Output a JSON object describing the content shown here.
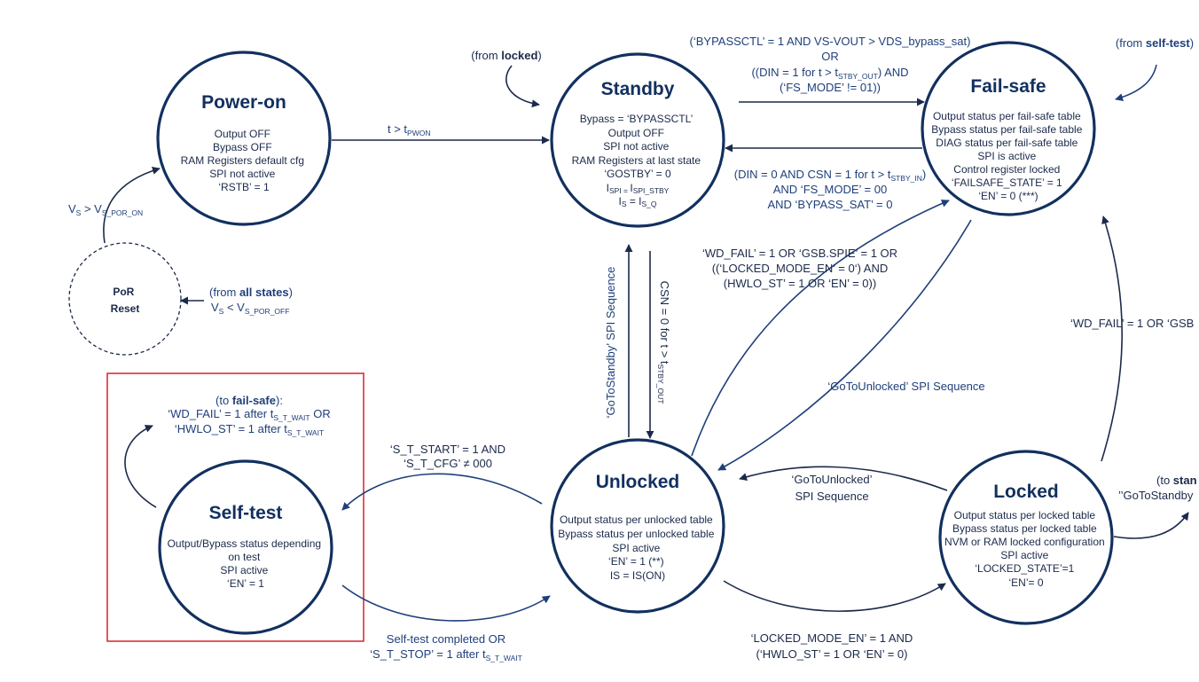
{
  "states": {
    "power_on": {
      "title": "Power-on",
      "lines": [
        "Output OFF",
        "Bypass OFF",
        "RAM Registers default cfg",
        "SPI not active",
        "‘RSTB’ = 1"
      ]
    },
    "standby": {
      "title": "Standby",
      "lines": [
        "Bypass = ‘BYPASSCTL’",
        "Output OFF",
        "SPI not active",
        "RAM Registers at last state",
        "‘GOSTBY’ = 0"
      ],
      "ispi": {
        "a": "I",
        "a_sub": "SPI = ",
        "b": "I",
        "b_sub": "SPI_STBY"
      },
      "is": {
        "a": "I",
        "a_sub": "S",
        "mid": " = I",
        "b_sub": "S_Q"
      }
    },
    "fail_safe": {
      "title": "Fail-safe",
      "lines": [
        "Output status per fail-safe table",
        "Bypass status per fail-safe table",
        "DIAG status per fail-safe table",
        "SPI is active",
        "Control register locked",
        "‘FAILSAFE_STATE’ = 1",
        "‘EN’ = 0 (***)"
      ]
    },
    "por_reset": {
      "line1": "PoR",
      "line2": "Reset"
    },
    "self_test": {
      "title": "Self-test",
      "lines": [
        "Output/Bypass status depending",
        "on test",
        "SPI active",
        "‘EN’ = 1"
      ]
    },
    "unlocked": {
      "title": "Unlocked",
      "lines": [
        "Output status per unlocked table",
        "Bypass status per unlocked table",
        "SPI active",
        "‘EN’ = 1 (**)",
        "IS = IS(ON)"
      ]
    },
    "locked": {
      "title": "Locked",
      "lines": [
        "Output status per locked table",
        "Bypass status per locked table",
        "NVM or RAM locked configuration",
        "SPI active",
        "‘LOCKED_STATE’=1",
        "‘EN’= 0"
      ]
    }
  },
  "transitions": {
    "from_locked": {
      "pre": "(from ",
      "bold": "locked",
      "post": ")"
    },
    "from_self_test": {
      "pre": "(from ",
      "bold": "self-test",
      "post": ")"
    },
    "from_all_states": {
      "pre": "(from ",
      "bold": "all states",
      "post": ")"
    },
    "vs_off": {
      "a": "V",
      "a_sub": "S",
      "mid": " < V",
      "b_sub": "S_POR_OFF"
    },
    "vs_on": {
      "a": "V",
      "a_sub": "S",
      "mid": "  > V",
      "b_sub": "S_POR_ON"
    },
    "t_pwon": {
      "main": "t  > t",
      "sub": "PWON"
    },
    "bypass_cond": {
      "l1": "(‘BYPASSCTL’ = 1 AND VS-VOUT > VDS_bypass_sat)",
      "l2": "OR",
      "l3_main": "((DIN = 1 for t > t",
      "l3_sub": "STBY_OUT",
      "l3_post": ") AND",
      "l4": "(‘FS_MODE’ != 01))"
    },
    "din_cond": {
      "l1_main": "(DIN = 0 AND CSN = 1 for t > t",
      "l1_sub": "STBY_IN",
      "l1_post": ")",
      "l2": "AND ‘FS_MODE’ = 00",
      "l3": "AND ‘BYPASS_SAT’ = 0"
    },
    "wd_cond": {
      "l1": "‘WD_FAIL’ = 1 OR ‘GSB.SPIE’ = 1 OR",
      "l2": "((‘LOCKED_MODE_EN’ = 0‘) AND",
      "l3": "(HWLO_ST’ = 1 OR ‘EN’ = 0))"
    },
    "goto_standby_vertical": "‘GoToStandby’ SPI Sequence",
    "csn_vertical": {
      "main": "CSN = 0 for t > t",
      "sub": "STBY_OUT"
    },
    "goto_unlocked_long": "‘GoToUnlocked’ SPI Sequence",
    "goto_unlocked_short": {
      "l1": "‘GoToUnlocked’",
      "l2": "SPI Sequence"
    },
    "wd_fail_right": "‘WD_FAIL’ = 1 OR ‘GSB",
    "to_standby_right": {
      "l1_pre": "(to ",
      "l1_bold": "stan",
      "l2": "’’GoToStandby"
    },
    "to_fail_safe": {
      "pre": "(to ",
      "bold": "fail-safe",
      "post": "):",
      "l2_main": "‘WD_FAIL’ = 1 after t",
      "l2_sub": "S_T_WAIT",
      "l2_post": " OR",
      "l3_main": "‘HWLO_ST’ = 1 after t",
      "l3_sub": "S_T_WAIT"
    },
    "st_start": {
      "l1": "‘S_T_START’ = 1 AND",
      "l2": "‘S_T_CFG’ ≠ 000"
    },
    "st_complete": {
      "l1": "Self-test completed OR",
      "l2_main": "‘S_T_STOP’ = 1 after t",
      "l2_sub": "S_T_WAIT"
    },
    "locked_mode": {
      "l1": "‘LOCKED_MODE_EN’ = 1 AND",
      "l2": "(‘HWLO_ST’ = 1 OR ‘EN’ = 0)"
    }
  },
  "colors": {
    "state_outline": "#12305f",
    "text": "#1b2a4a",
    "arrow": "#1b2a4a",
    "highlight": "#d9222b"
  }
}
